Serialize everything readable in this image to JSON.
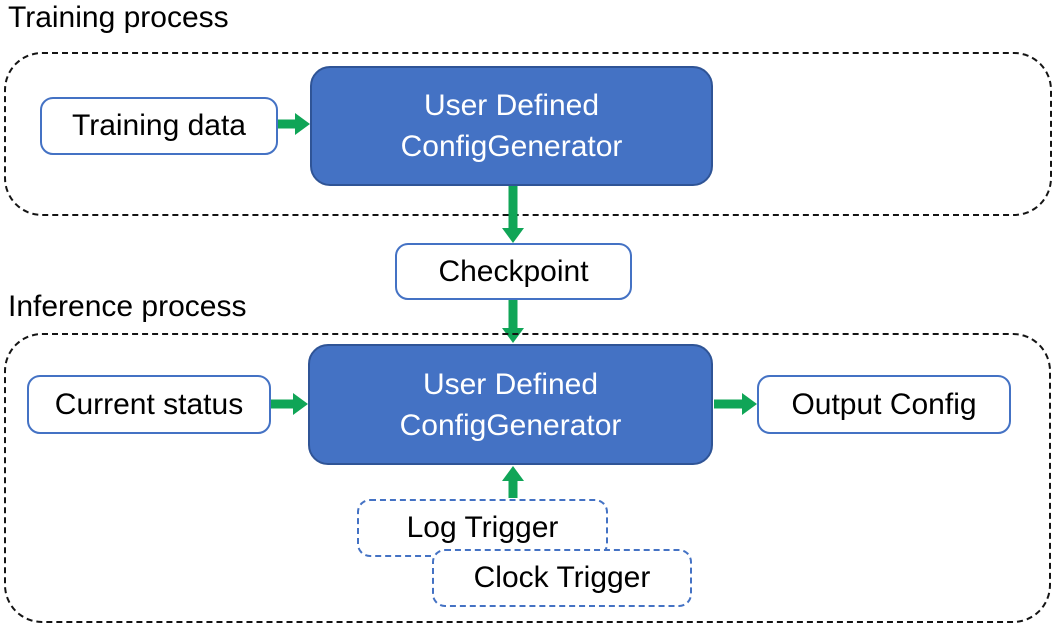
{
  "colors": {
    "node_blue": "#4472C4",
    "node_blue_border": "#2F5496",
    "outline_blue": "#4472C4",
    "arrow_green": "#10A557",
    "dash_black": "#141414",
    "text_dark": "#000000",
    "text_light": "#FFFFFF"
  },
  "training": {
    "section_label": "Training process",
    "training_data": "Training data",
    "generator_line1": "User Defined",
    "generator_line2": "ConfigGenerator"
  },
  "checkpoint": "Checkpoint",
  "inference": {
    "section_label": "Inference process",
    "current_status": "Current status",
    "generator_line1": "User Defined",
    "generator_line2": "ConfigGenerator",
    "output_config": "Output Config",
    "log_trigger": "Log Trigger",
    "clock_trigger": "Clock Trigger"
  }
}
